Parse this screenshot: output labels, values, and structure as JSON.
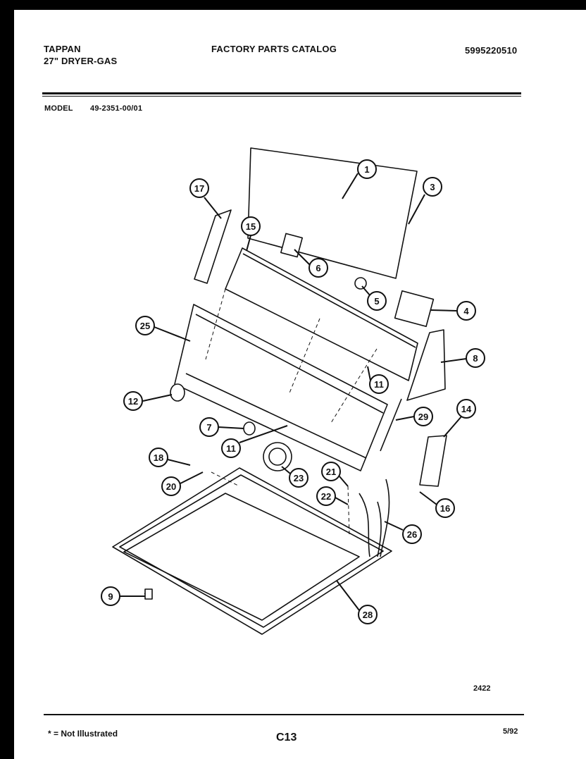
{
  "header": {
    "brand": "TAPPAN",
    "product": "27\" DRYER-GAS",
    "catalog_title": "FACTORY PARTS CATALOG",
    "catalog_number": "5995220510",
    "model_label": "MODEL",
    "model_number": "49-2351-00/01"
  },
  "diagram": {
    "callouts": [
      "1",
      "3",
      "17",
      "15",
      "6",
      "5",
      "4",
      "25",
      "8",
      "11",
      "12",
      "29",
      "14",
      "7",
      "11",
      "18",
      "23",
      "21",
      "20",
      "22",
      "16",
      "26",
      "9",
      "28"
    ],
    "figure_number": "2422"
  },
  "footer": {
    "note": "* = Not Illustrated",
    "page_code": "C13",
    "date": "5/92"
  },
  "colors": {
    "ink": "#111111",
    "paper": "#ffffff",
    "border": "#000000"
  }
}
